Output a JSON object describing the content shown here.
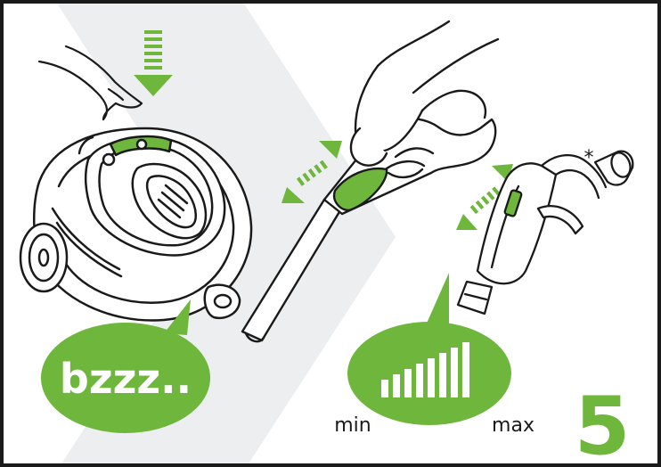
{
  "bubble_text": "bzzz..",
  "level_min": "min",
  "level_max": "max",
  "step_number": "5",
  "footnote_mark": "*",
  "colors": {
    "accent_green": "#6fb63c",
    "background_shape": "#eceef0",
    "line": "#1a1a1a"
  },
  "icons": [
    "press-down-arrow-icon",
    "slide-arrow-icon",
    "signal-bars-icon"
  ]
}
